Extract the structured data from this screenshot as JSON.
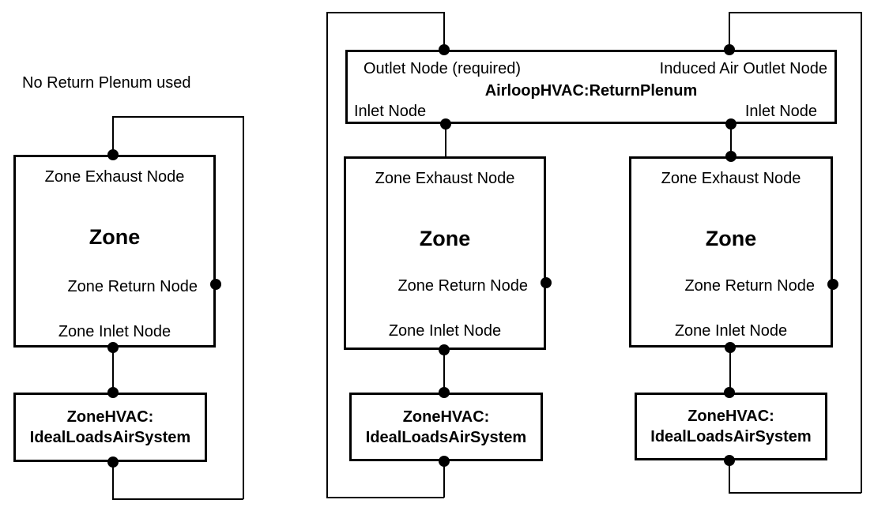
{
  "left_diagram": {
    "title": "No Return Plenum used"
  },
  "plenum": {
    "outlet_node_label": "Outlet Node (required)",
    "induced_air_outlet_label": "Induced Air Outlet Node",
    "title": "AirloopHVAC:ReturnPlenum",
    "inlet_node_left_label": "Inlet Node",
    "inlet_node_right_label": "Inlet Node"
  },
  "zones": [
    {
      "exhaust": "Zone Exhaust Node",
      "name": "Zone",
      "return": "Zone Return Node",
      "inlet": "Zone Inlet Node"
    },
    {
      "exhaust": "Zone Exhaust Node",
      "name": "Zone",
      "return": "Zone Return Node",
      "inlet": "Zone Inlet Node"
    },
    {
      "exhaust": "Zone Exhaust Node",
      "name": "Zone",
      "return": "Zone Return Node",
      "inlet": "Zone Inlet Node"
    }
  ],
  "hvac_units": [
    {
      "line1": "ZoneHVAC:",
      "line2": "IdealLoadsAirSystem"
    },
    {
      "line1": "ZoneHVAC:",
      "line2": "IdealLoadsAirSystem"
    },
    {
      "line1": "ZoneHVAC:",
      "line2": "IdealLoadsAirSystem"
    }
  ],
  "colors": {
    "line": "#000000",
    "background": "#ffffff"
  }
}
